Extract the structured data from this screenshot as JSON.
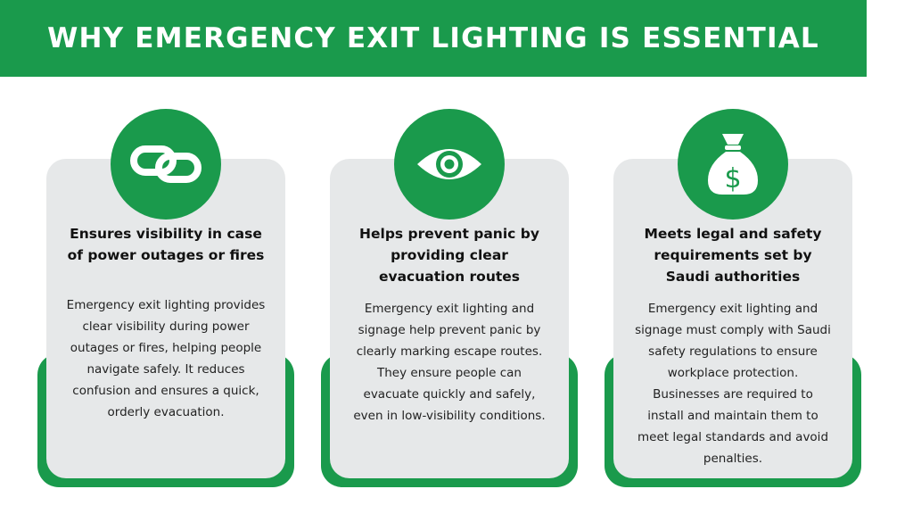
{
  "colors": {
    "green": "#1a9a4c",
    "panel": "#e6e8e9"
  },
  "banner": {
    "title": "WHY EMERGENCY EXIT LIGHTING IS ESSENTIAL"
  },
  "cards": [
    {
      "icon": "link-icon",
      "title": "Ensures visibility in case of power outages or fires",
      "description": "Emergency exit lighting provides clear visibility during power outages or fires, helping people navigate safely. It reduces confusion and ensures a quick, orderly evacuation."
    },
    {
      "icon": "eye-icon",
      "title": "Helps prevent panic by providing clear evacuation routes",
      "description": "Emergency exit lighting and signage help prevent panic by clearly marking escape routes. They ensure people can evacuate quickly and safely, even in low-visibility conditions."
    },
    {
      "icon": "money-bag-icon",
      "title": "Meets legal and safety requirements set by Saudi authorities",
      "description": "Emergency exit lighting and signage must comply with Saudi safety regulations to ensure workplace protection. Businesses are required to install and maintain them to meet legal standards and avoid penalties."
    }
  ]
}
